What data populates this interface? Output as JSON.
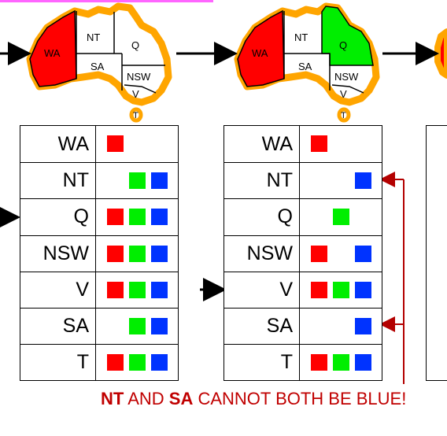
{
  "colors": {
    "red": "#ff0000",
    "green": "#00ee00",
    "blue": "#0033ff",
    "orange": "#ffa500",
    "caption": "#c00000",
    "line": "#b30000"
  },
  "maps": [
    {
      "regions": [
        "WA",
        "NT",
        "Q",
        "SA",
        "NSW",
        "V",
        "T"
      ],
      "filled": {
        "WA": "red"
      }
    },
    {
      "regions": [
        "WA",
        "NT",
        "Q",
        "SA",
        "NSW",
        "V",
        "T"
      ],
      "filled": {
        "WA": "red",
        "Q": "green"
      }
    }
  ],
  "tables": [
    {
      "rows": [
        {
          "var": "WA",
          "domain": [
            "red"
          ]
        },
        {
          "var": "NT",
          "domain": [
            "green",
            "blue"
          ]
        },
        {
          "var": "Q",
          "domain": [
            "red",
            "green",
            "blue"
          ]
        },
        {
          "var": "NSW",
          "domain": [
            "red",
            "green",
            "blue"
          ]
        },
        {
          "var": "V",
          "domain": [
            "red",
            "green",
            "blue"
          ]
        },
        {
          "var": "SA",
          "domain": [
            "green",
            "blue"
          ]
        },
        {
          "var": "T",
          "domain": [
            "red",
            "green",
            "blue"
          ]
        }
      ],
      "arrow_row": "Q"
    },
    {
      "rows": [
        {
          "var": "WA",
          "domain": [
            "red"
          ]
        },
        {
          "var": "NT",
          "domain": [
            "blue"
          ]
        },
        {
          "var": "Q",
          "domain": [
            "green"
          ]
        },
        {
          "var": "NSW",
          "domain": [
            "red",
            "blue"
          ]
        },
        {
          "var": "V",
          "domain": [
            "red",
            "green",
            "blue"
          ]
        },
        {
          "var": "SA",
          "domain": [
            "blue"
          ]
        },
        {
          "var": "T",
          "domain": [
            "red",
            "green",
            "blue"
          ]
        }
      ],
      "arrow_row": "V"
    }
  ],
  "caption": {
    "part1": "NT",
    "part2": " AND ",
    "part3": "SA",
    "part4": " CANNOT BOTH BE BLUE!"
  }
}
